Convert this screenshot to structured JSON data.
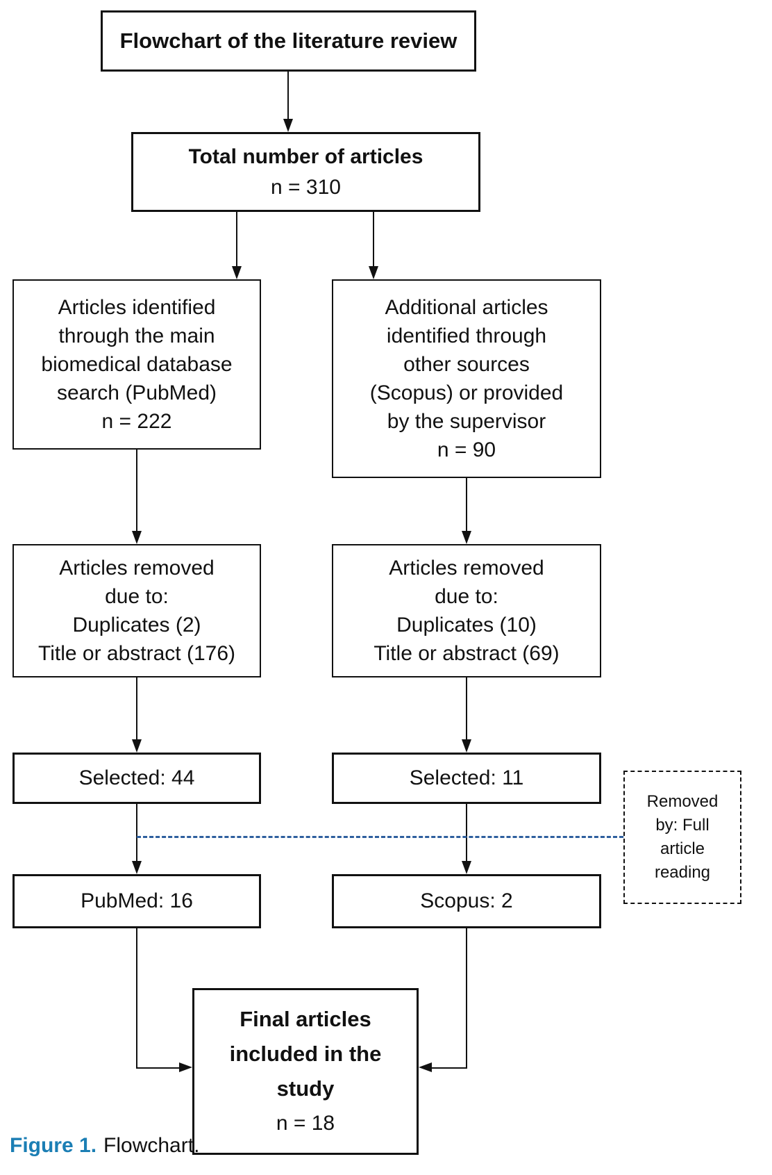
{
  "figure": {
    "title": "Flowchart of the literature review",
    "total_box": {
      "heading": "Total number of articles",
      "count": "n = 310"
    },
    "pubmed_branch": {
      "identified": "Articles identified\nthrough the main\nbiomedical database\nsearch (PubMed)\nn = 222",
      "removed": "Articles removed\ndue to:\nDuplicates (2)\nTitle or abstract (176)",
      "selected": "Selected: 44",
      "result": "PubMed: 16"
    },
    "scopus_branch": {
      "identified": "Additional articles\nidentified through\nother sources\n(Scopus) or provided\nby the supervisor\nn = 90",
      "removed": "Articles removed\ndue to:\nDuplicates (10)\nTitle or abstract (69)",
      "selected": "Selected: 11",
      "result": "Scopus: 2"
    },
    "removed_note": "Removed\nby: Full\narticle\nreading",
    "final_box": {
      "heading": "Final articles\nincluded in the\nstudy",
      "count": "n = 18"
    },
    "caption": {
      "label": "Figure 1.",
      "text": "Flowchart."
    }
  },
  "accent_colors": {
    "dashed_connector": "#2e5f9e",
    "caption_label": "#1b7eb4"
  }
}
